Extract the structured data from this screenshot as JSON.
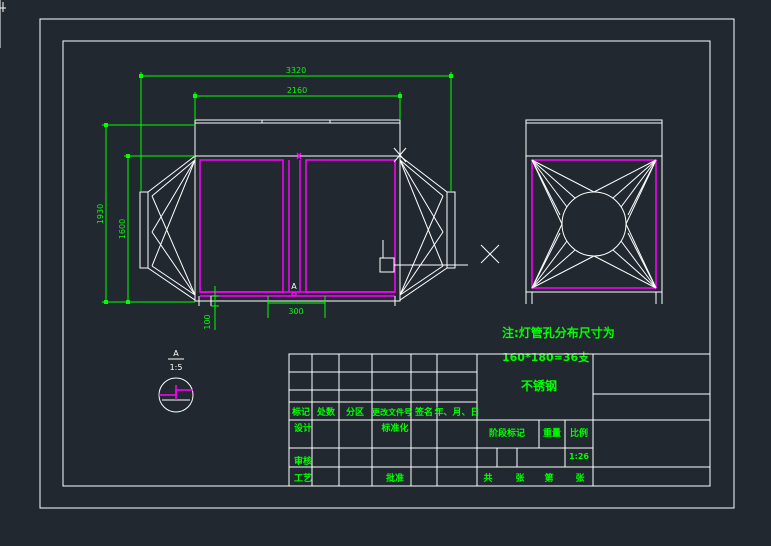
{
  "dimensions": {
    "overall_width": "3320",
    "body_width": "2160",
    "overall_height": "1930",
    "inner_height": "1600",
    "leg_height": "100",
    "leg_spacing": "300",
    "section_mark": "A"
  },
  "detail_view": {
    "label": "A",
    "scale": "1:5"
  },
  "note": {
    "line1": "注:灯管孔分布尺寸为",
    "line2": "160*180=36支",
    "material": "不锈钢"
  },
  "title_block": {
    "row_labels": [
      "标记",
      "处数",
      "分区",
      "更改文件号",
      "签名",
      "年、月、日"
    ],
    "design": "设计",
    "standardize": "标准化",
    "review": "审核",
    "process": "工艺",
    "approve": "批准",
    "stage_mark": "阶段标记",
    "weight": "重量",
    "ratio": "比例",
    "scale_value": "1:26",
    "total": "共",
    "sheet_unit": "张",
    "page": "第",
    "sheet_unit2": "张"
  },
  "colors": {
    "background": "#212830",
    "frame": "#ffffff",
    "dimension": "#00ff00",
    "structure": "#ffffff",
    "accent": "#ff00ff",
    "text": "#00ff00"
  }
}
